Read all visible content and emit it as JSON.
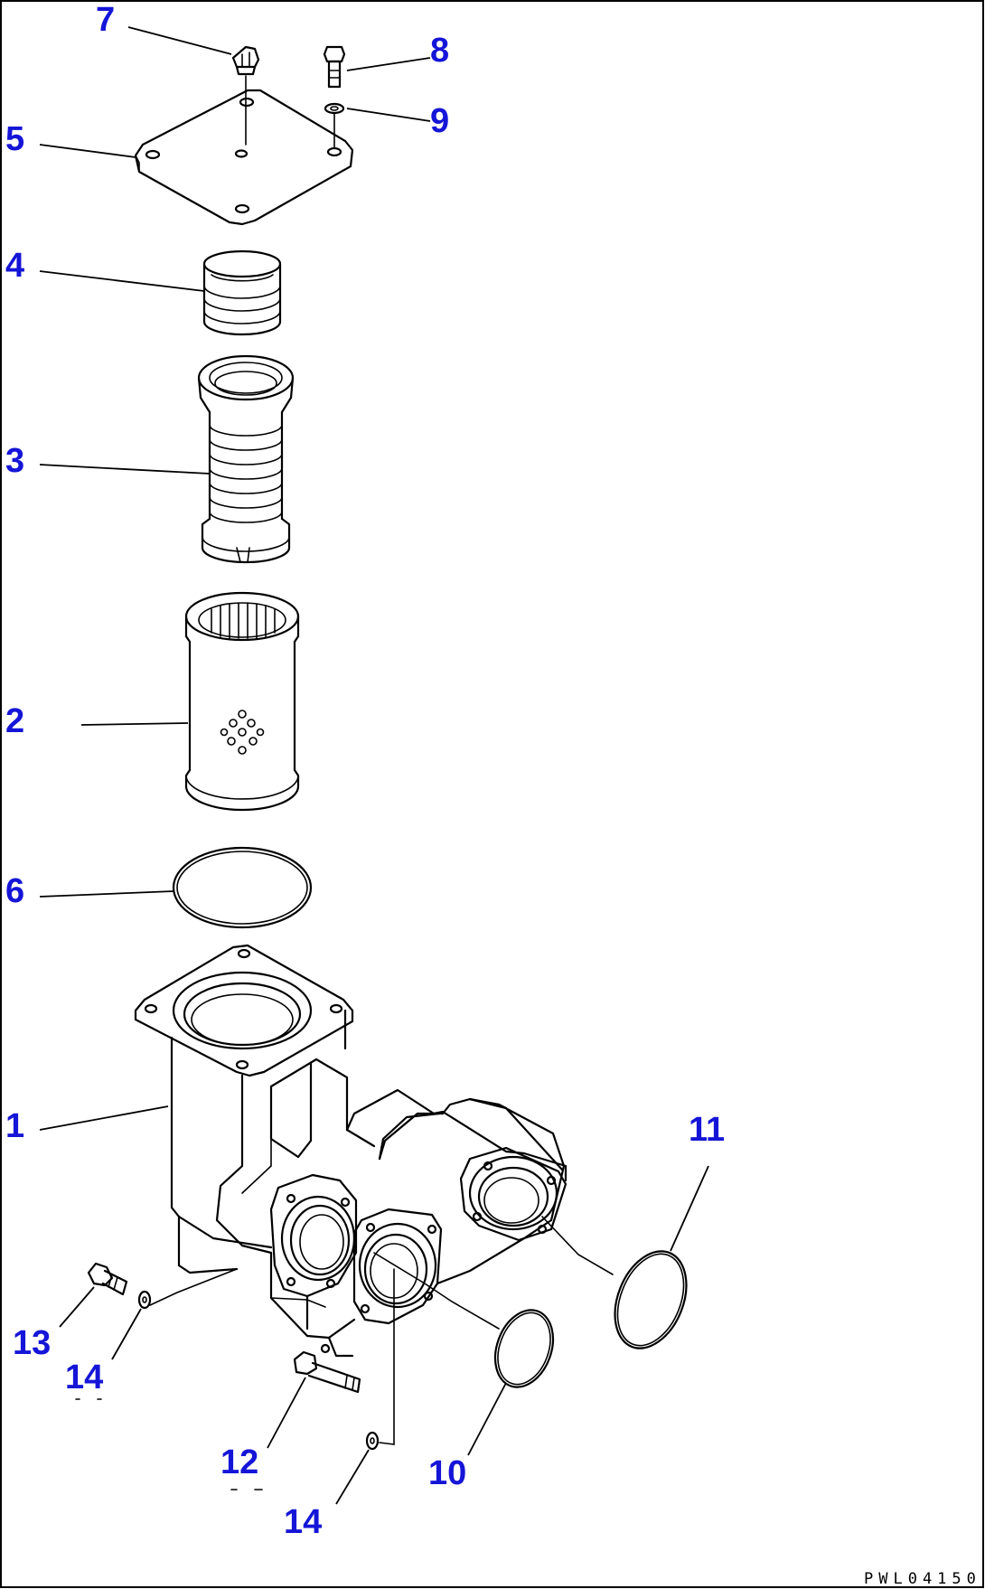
{
  "callouts": {
    "c1": "1",
    "c2": "2",
    "c3": "3",
    "c4": "4",
    "c5": "5",
    "c6": "6",
    "c7": "7",
    "c8": "8",
    "c9": "9",
    "c10": "10",
    "c11": "11",
    "c12": "12",
    "c13": "13",
    "c14a": "14",
    "c14b": "14"
  },
  "drawing_code": "PWL04150",
  "colors": {
    "callout": "#1515d8",
    "line": "#000000",
    "background": "#ffffff"
  }
}
